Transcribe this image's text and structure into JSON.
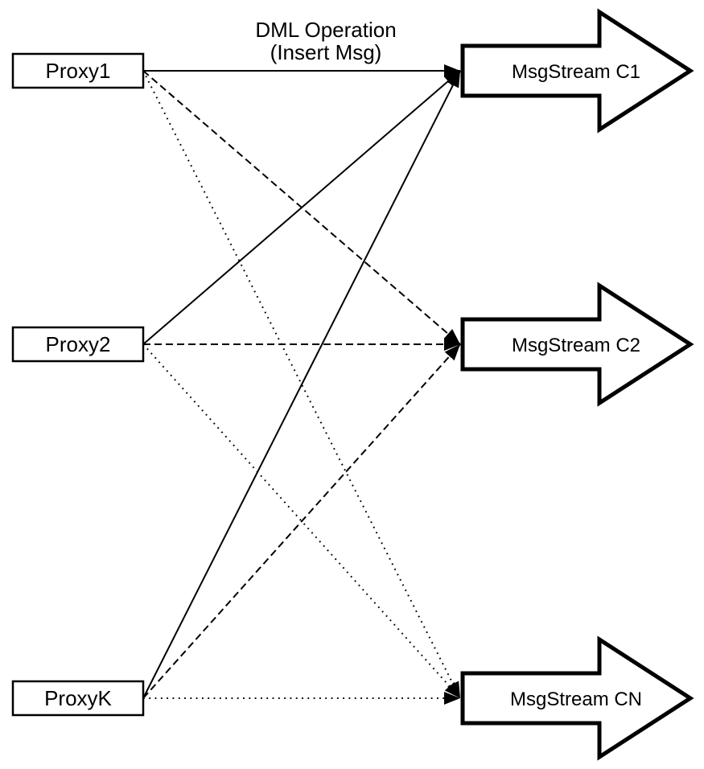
{
  "title": {
    "line1": "DML Operation",
    "line2": "(Insert Msg)"
  },
  "colors": {
    "background": "#ffffff",
    "stroke": "#000000",
    "fill": "#ffffff"
  },
  "proxies": [
    {
      "id": "proxy1",
      "label": "Proxy1"
    },
    {
      "id": "proxy2",
      "label": "Proxy2"
    },
    {
      "id": "proxyk",
      "label": "ProxyK"
    }
  ],
  "streams": [
    {
      "id": "c1",
      "label": "MsgStream C1"
    },
    {
      "id": "c2",
      "label": "MsgStream C2"
    },
    {
      "id": "cn",
      "label": "MsgStream CN"
    }
  ],
  "edges": [
    {
      "from": "proxy1",
      "to": "c1",
      "style": "solid"
    },
    {
      "from": "proxy2",
      "to": "c1",
      "style": "solid"
    },
    {
      "from": "proxyk",
      "to": "c1",
      "style": "solid"
    },
    {
      "from": "proxy1",
      "to": "c2",
      "style": "dashed"
    },
    {
      "from": "proxy2",
      "to": "c2",
      "style": "dashed"
    },
    {
      "from": "proxyk",
      "to": "c2",
      "style": "dashed"
    },
    {
      "from": "proxy1",
      "to": "cn",
      "style": "dotted"
    },
    {
      "from": "proxy2",
      "to": "cn",
      "style": "dotted"
    },
    {
      "from": "proxyk",
      "to": "cn",
      "style": "dotted"
    }
  ]
}
